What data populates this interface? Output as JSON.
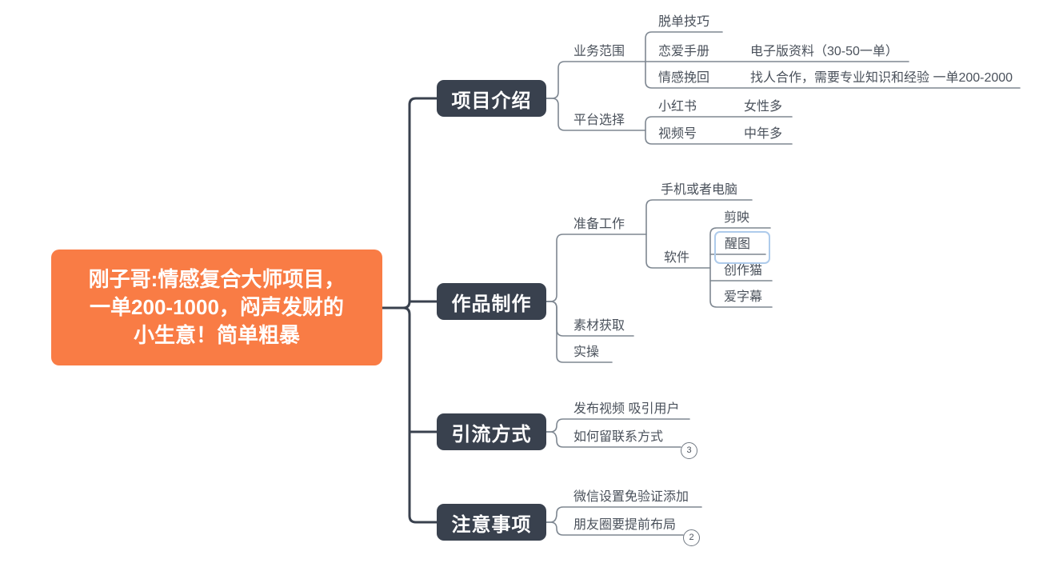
{
  "colors": {
    "background": "#ffffff",
    "root_fill": "#F97C45",
    "branch_fill": "#39414E",
    "trunk_line": "#39414E",
    "connector_line": "#7E8791",
    "topic_text": "#4A515B",
    "selection_border": "#AECBEB"
  },
  "map": {
    "root": {
      "lines": [
        "刚子哥:情感复合大师项目，",
        "一单200-1000，闷声发财的",
        "小生意！简单粗暴"
      ]
    },
    "branches": [
      {
        "label": "项目介绍",
        "children": [
          {
            "label": "业务范围",
            "children": [
              {
                "label": "脱单技巧"
              },
              {
                "label": "恋爱手册",
                "children": [
                  {
                    "label": "电子版资料（30-50一单）"
                  }
                ]
              },
              {
                "label": "情感挽回",
                "children": [
                  {
                    "label": "找人合作，需要专业知识和经验 一单200-2000"
                  }
                ]
              }
            ]
          },
          {
            "label": "平台选择",
            "children": [
              {
                "label": "小红书",
                "children": [
                  {
                    "label": "女性多"
                  }
                ]
              },
              {
                "label": "视频号",
                "children": [
                  {
                    "label": "中年多"
                  }
                ]
              }
            ]
          }
        ]
      },
      {
        "label": "作品制作",
        "children": [
          {
            "label": "准备工作",
            "children": [
              {
                "label": "手机或者电脑"
              },
              {
                "label": "软件",
                "children": [
                  {
                    "label": "剪映"
                  },
                  {
                    "label": "醒图",
                    "selected": true
                  },
                  {
                    "label": "创作猫"
                  },
                  {
                    "label": "爱字幕"
                  }
                ]
              }
            ]
          },
          {
            "label": "素材获取"
          },
          {
            "label": "实操"
          }
        ]
      },
      {
        "label": "引流方式",
        "children": [
          {
            "label": "发布视频 吸引用户"
          },
          {
            "label": "如何留联系方式",
            "collapsed_count": "3"
          }
        ]
      },
      {
        "label": "注意事项",
        "children": [
          {
            "label": "微信设置免验证添加"
          },
          {
            "label": "朋友圈要提前布局",
            "collapsed_count": "2"
          }
        ]
      }
    ]
  }
}
